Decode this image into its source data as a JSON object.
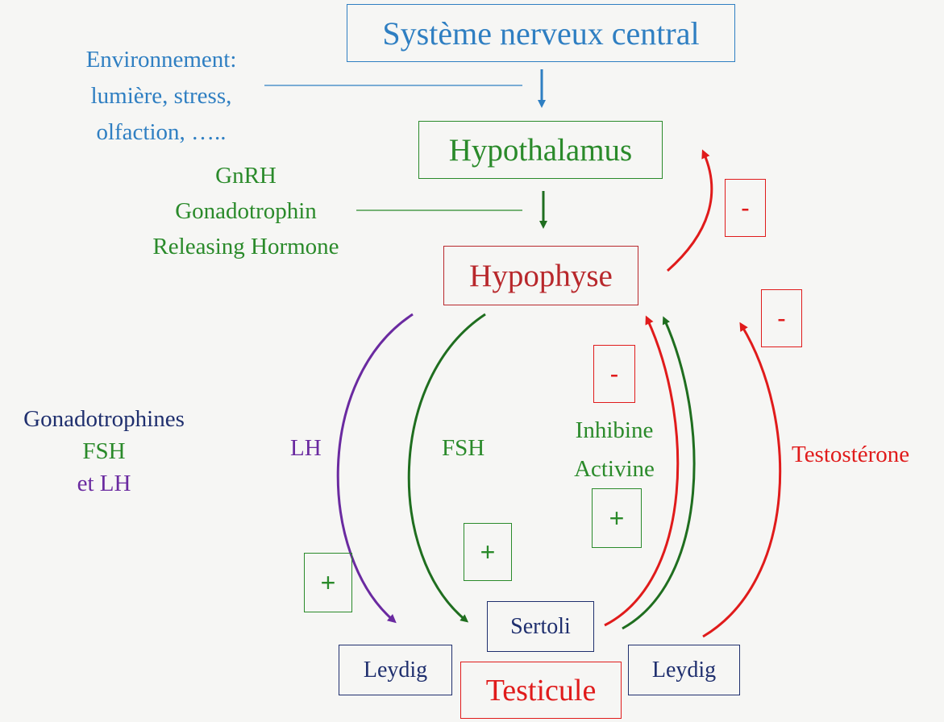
{
  "colors": {
    "blue": "#2f7fc2",
    "green": "#2a8a2a",
    "dark_green": "#1f6e1f",
    "red": "#e01b1b",
    "dark_red": "#b8282c",
    "purple": "#6a2aa0",
    "navy": "#1f2f6e",
    "background": "#f6f6f4"
  },
  "nodes": {
    "snc": "Système nerveux central",
    "hypothalamus": "Hypothalamus",
    "hypophyse": "Hypophyse",
    "sertoli": "Sertoli",
    "leydig_left": "Leydig",
    "leydig_right": "Leydig",
    "testicule": "Testicule"
  },
  "environment": {
    "line1": "Environnement:",
    "line2": "lumière, stress,",
    "line3": "olfaction, ….."
  },
  "gnrh": {
    "line1": "GnRH",
    "line2": "Gonadotrophin",
    "line3": "Releasing Hormone"
  },
  "gonadotrophines": {
    "line1": "Gonadotrophines",
    "line2": "FSH",
    "line3": "et LH"
  },
  "arrow_labels": {
    "lh": "LH",
    "fsh": "FSH",
    "inhibine": "Inhibine",
    "activine": "Activine",
    "testosterone": "Testostérone"
  },
  "signs": {
    "plus": "+",
    "minus": "-"
  }
}
